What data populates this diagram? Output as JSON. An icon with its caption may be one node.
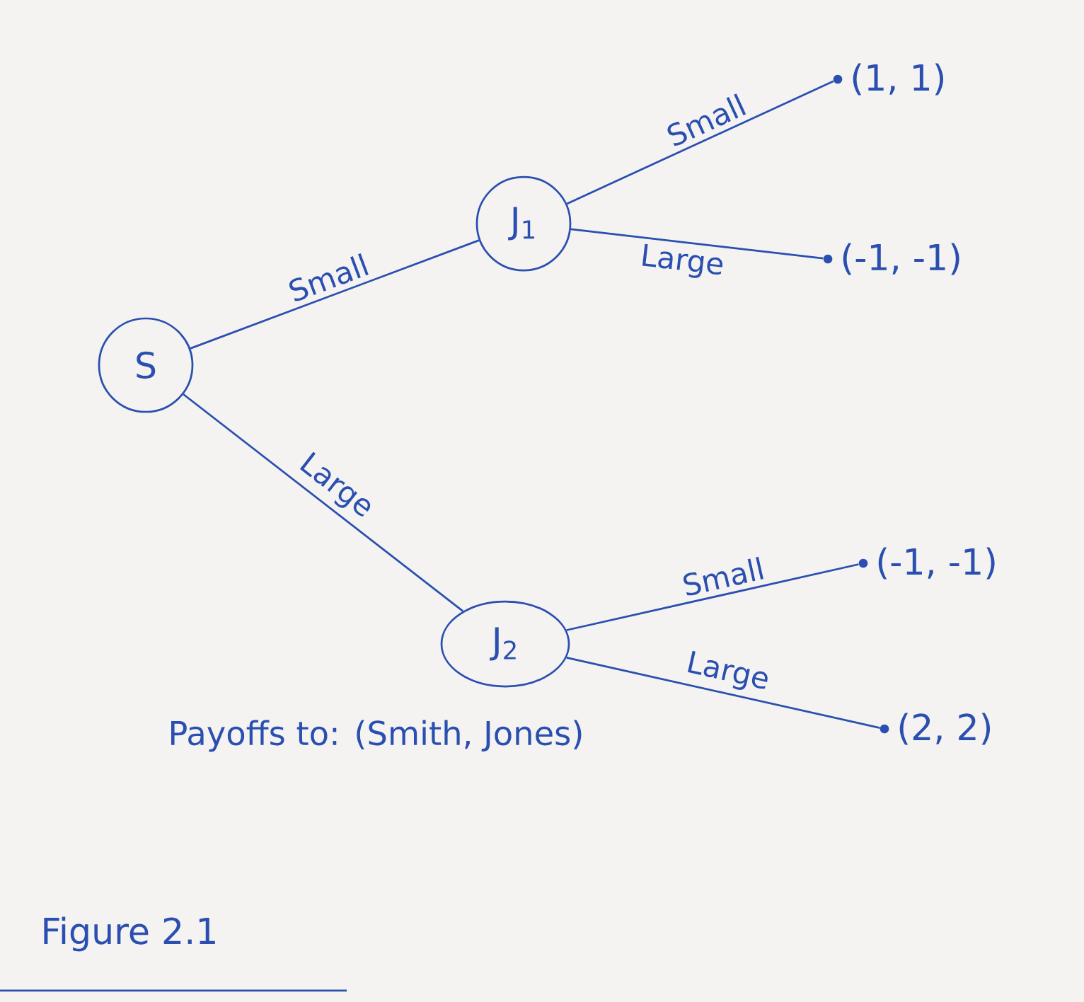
{
  "diagram": {
    "caption": "Figure 2.1",
    "nodes": [
      {
        "text": [
          "S"
        ]
      },
      {
        "text": [
          "J$_{1}$"
        ]
      },
      {
        "text": [
          "J$_{2}$"
        ]
      },
      {
        "text": [],
        "shape": "circle",
        "beside": [
          "(1, 1)"
        ]
      },
      {
        "text": [],
        "shape": "circle",
        "beside": [
          "(-1, -1)"
        ]
      },
      {
        "text": [],
        "shape": "circle",
        "beside": [
          "(-1, -1)"
        ]
      },
      {
        "text": [],
        "shape": "circle",
        "beside": [
          "(2, 2)"
        ]
      }
    ],
    "edges": [
      {
        "from": 0,
        "to": 1,
        "arrow": "none",
        "label": "Small"
      },
      {
        "from": 0,
        "to": 2,
        "arrow": "none",
        "label": "Large"
      },
      {
        "from": 1,
        "to": 3,
        "arrow": "none",
        "label": "Small"
      },
      {
        "from": 1,
        "to": 4,
        "arrow": "none",
        "label": "Large"
      },
      {
        "from": 2,
        "to": 5,
        "arrow": "none",
        "label": "Small"
      },
      {
        "from": 2,
        "to": 6,
        "arrow": "none",
        "label": "Large"
      }
    ],
    "labels": [
      "Payoffs to: (Smith, Jones)"
    ]
  }
}
